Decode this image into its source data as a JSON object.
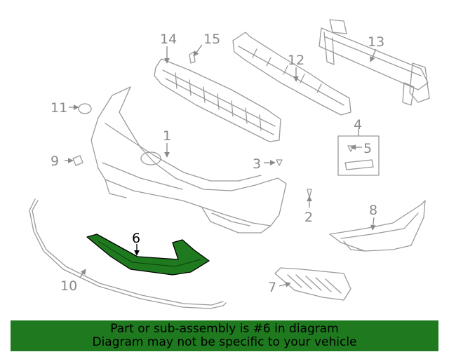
{
  "colors": {
    "highlight": "#1f7a1f",
    "banner": "#1f7a1f",
    "linework": "#9a9a9a",
    "callout_text": "#8a8a8a"
  },
  "callouts": {
    "c1": "1",
    "c2": "2",
    "c3": "3",
    "c4": "4",
    "c5": "5",
    "c6": "6",
    "c7": "7",
    "c8": "8",
    "c9": "9",
    "c10": "10",
    "c11": "11",
    "c12": "12",
    "c13": "13",
    "c14": "14",
    "c15": "15"
  },
  "banner": {
    "line1": "Part or sub-assembly is #6 in diagram",
    "line2": "Diagram may not be specific to your vehicle"
  }
}
